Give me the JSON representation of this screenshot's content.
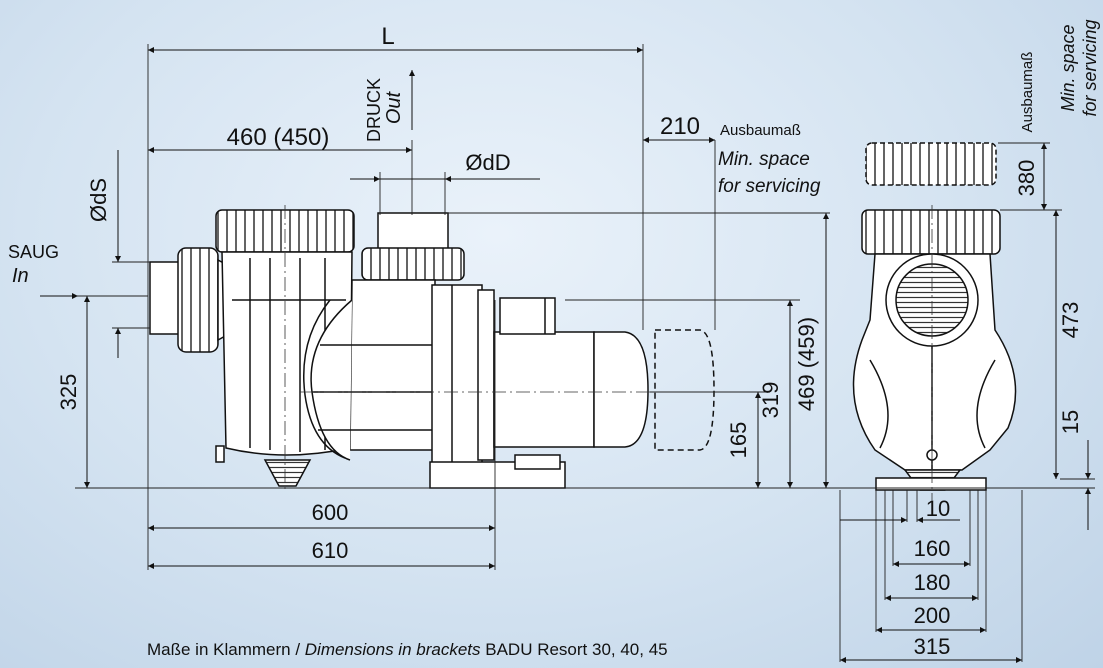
{
  "dimensions": {
    "L": "L",
    "d460": "460 (450)",
    "d210": "210",
    "service_de": "Ausbaumaß",
    "service_en_line1": "Min. space",
    "service_en_line2": "for servicing",
    "dD": "ØdD",
    "dS": "ØdS",
    "saug": "SAUG",
    "in": "In",
    "druck": "DRUCK",
    "out": "Out",
    "d325": "325",
    "d165": "165",
    "d319": "319",
    "d469": "469 (459)",
    "d600": "600",
    "d610": "610",
    "d380": "380",
    "d473": "473",
    "d15": "15",
    "d10": "10",
    "d160": "160",
    "d180": "180",
    "d200": "200",
    "d315": "315"
  },
  "caption": {
    "part1": "Maße in Klammern / ",
    "part2": "Dimensions in brackets",
    "part3": " BADU Resort 30, 40, 45"
  }
}
